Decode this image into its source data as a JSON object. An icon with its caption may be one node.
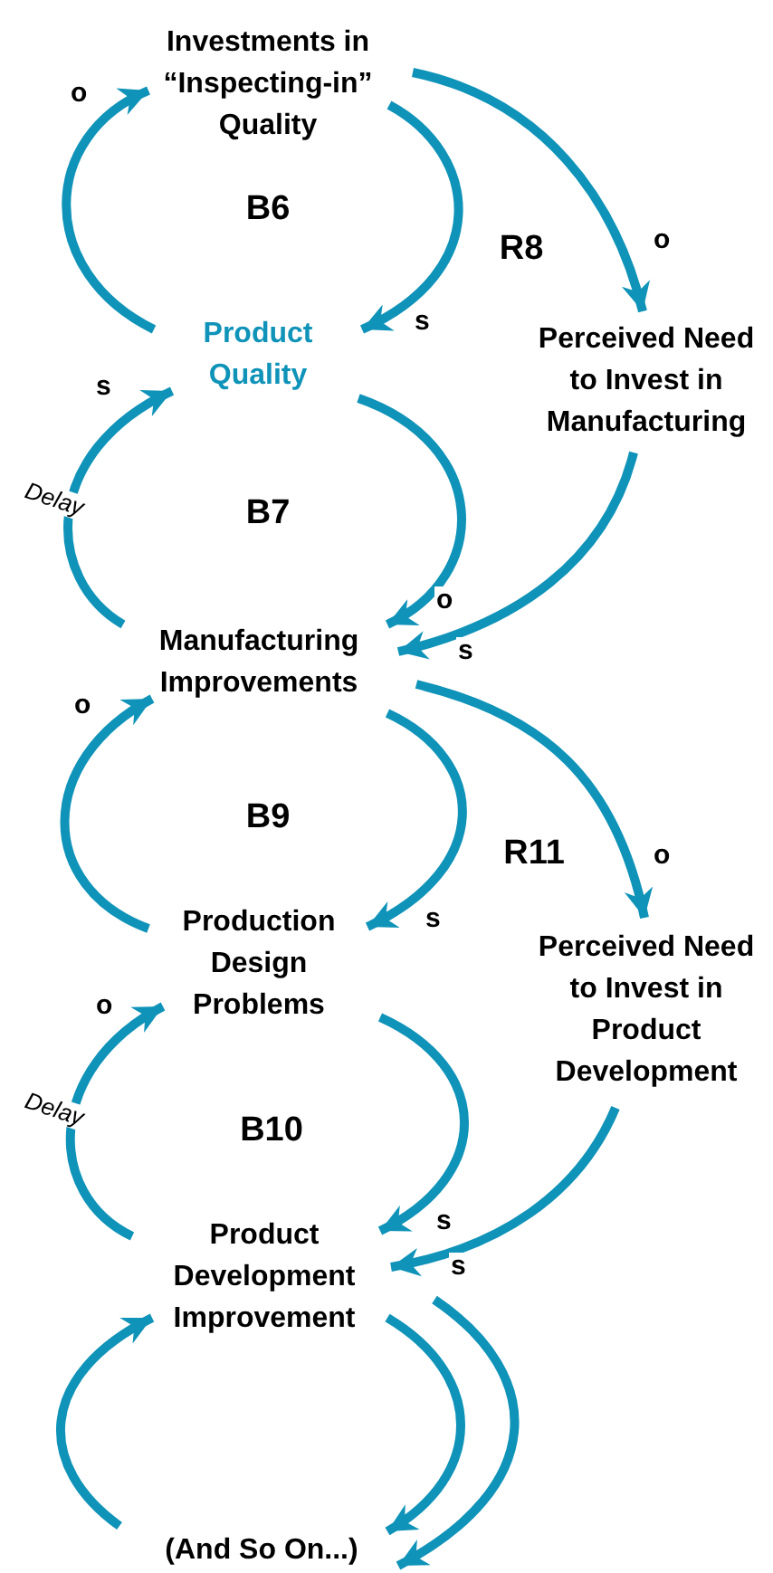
{
  "diagram": {
    "nodes": [
      {
        "text": [
          "Investments in “Inspecting-in” Quality"
        ]
      },
      {
        "text": [
          "Product Quality"
        ]
      },
      {
        "text": [
          "Perceived Need to Invest in Manufacturing"
        ]
      },
      {
        "text": [
          "Manufacturing Improvements"
        ]
      },
      {
        "text": [
          "Production Design Problems"
        ]
      },
      {
        "text": [
          "Perceived Need to Invest in Product Development"
        ]
      },
      {
        "text": [
          "Product Development Improvement"
        ]
      },
      {
        "text": [
          "(And So On...)"
        ]
      }
    ],
    "edges": [
      {
        "from": 0,
        "to": 1,
        "arrow": "to",
        "label": "s"
      },
      {
        "from": 1,
        "to": 0,
        "arrow": "to",
        "label": "o"
      },
      {
        "from": 0,
        "to": 2,
        "arrow": "to",
        "label": "o"
      },
      {
        "from": 1,
        "to": 3,
        "arrow": "to",
        "label": "o"
      },
      {
        "from": 3,
        "to": 1,
        "arrow": "to",
        "label": "s"
      },
      {
        "from": 2,
        "to": 3,
        "arrow": "to",
        "label": "s"
      },
      {
        "from": 3,
        "to": 4,
        "arrow": "to",
        "label": "s"
      },
      {
        "from": 4,
        "to": 3,
        "arrow": "to",
        "label": "o"
      },
      {
        "from": 3,
        "to": 5,
        "arrow": "to",
        "label": "o"
      },
      {
        "from": 4,
        "to": 6,
        "arrow": "to",
        "label": "s"
      },
      {
        "from": 6,
        "to": 4,
        "arrow": "to",
        "label": "o"
      },
      {
        "from": 5,
        "to": 6,
        "arrow": "to",
        "label": "s"
      },
      {
        "from": 6,
        "to": 7,
        "arrow": "to"
      },
      {
        "from": 7,
        "to": 6,
        "arrow": "to"
      },
      {
        "from": 6,
        "to": 7,
        "arrow": "to"
      }
    ],
    "labels": [
      "B6",
      "R8",
      "Delay",
      "B7",
      "B9",
      "R11",
      "Delay",
      "B10"
    ]
  }
}
